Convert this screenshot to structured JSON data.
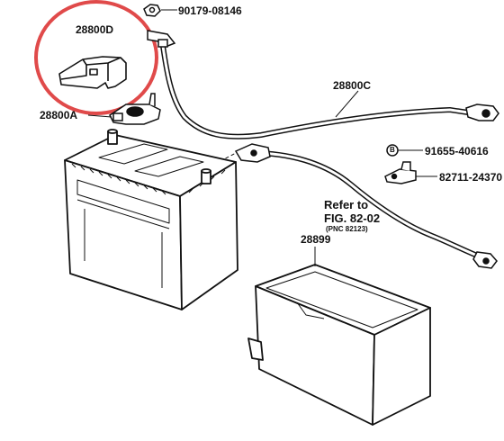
{
  "parts": {
    "p28800D": "28800D",
    "p90179": "90179-08146",
    "p28800C": "28800C",
    "p28800A": "28800A",
    "p91655": "91655-40616",
    "p82711": "82711-24370",
    "p28899": "28899"
  },
  "reference": {
    "line1": "Refer to",
    "line2": "FIG. 82-02",
    "line3": "(PNC 82123)"
  },
  "symbols": {
    "bolt_marker": "B"
  },
  "colors": {
    "highlight_circle": "#e04a4a",
    "line_art": "#111111"
  }
}
